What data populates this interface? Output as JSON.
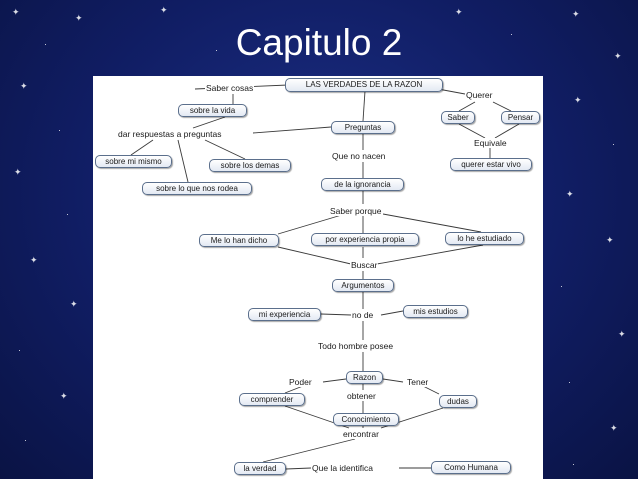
{
  "slide": {
    "title": "Capitulo 2"
  },
  "concept_map": {
    "nodes": {
      "root": "LAS VERDADES DE LA RAZON",
      "sobre_la_vida": "sobre la vida",
      "sobre_mi_mismo": "sobre mi mismo",
      "sobre_los_demas": "sobre los demas",
      "sobre_lo_que_nos_rodea": "sobre lo que nos rodea",
      "preguntas": "Preguntas",
      "de_la_ignorancia": "de la ignorancia",
      "saber": "Saber",
      "pensar": "Pensar",
      "querer_estar_vivo": "querer estar vivo",
      "me_lo_han_dicho": "Me lo han dicho",
      "por_experiencia_propia": "por experiencia propia",
      "lo_he_estudiado": "lo he estudiado",
      "argumentos": "Argumentos",
      "mi_experiencia": "mi experiencia",
      "mis_estudios": "mis estudios",
      "razon": "Razon",
      "comprender": "comprender",
      "dudas": "dudas",
      "conocimiento": "Conocimiento",
      "la_verdad": "la verdad",
      "como_humana": "Como Humana"
    },
    "link_labels": {
      "saber_cosas": "Saber cosas",
      "querer": "Querer",
      "dar_respuestas": "dar respuestas a preguntas",
      "equivale": "Equivale",
      "que_no_nacen": "Que no nacen",
      "saber_porque": "Saber  porque",
      "buscar": "Buscar",
      "no_de": "no de",
      "todo_hombre_posee": "Todo hombre posee",
      "poder": "Poder",
      "tener": "Tener",
      "obtener": "obtener",
      "encontrar": "encontrar",
      "que_la_identifica": "Que la identifica"
    }
  }
}
